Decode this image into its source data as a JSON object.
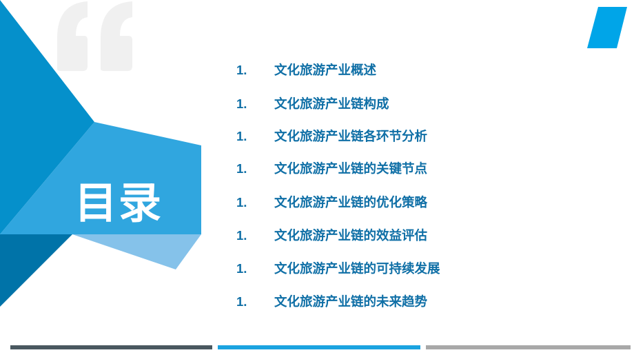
{
  "title": "目录",
  "items": [
    {
      "num": "1.",
      "label": "文化旅游产业概述"
    },
    {
      "num": "1.",
      "label": "文化旅游产业链构成"
    },
    {
      "num": "1.",
      "label": "文化旅游产业链各环节分析"
    },
    {
      "num": "1.",
      "label": "文化旅游产业链的关键节点"
    },
    {
      "num": "1.",
      "label": "文化旅游产业链的优化策略"
    },
    {
      "num": "1.",
      "label": "文化旅游产业链的效益评估"
    },
    {
      "num": "1.",
      "label": "文化旅游产业链的可持续发展"
    },
    {
      "num": "1.",
      "label": "文化旅游产业链的未来趋势"
    }
  ],
  "colors": {
    "primary": "#0590CB",
    "light": "#30A6DF",
    "dark": "#0073A8",
    "pale": "#85C2EA",
    "text": "#0F6FA6",
    "accent": "#00A5E8"
  },
  "decor": {
    "quote_icon": "quote-mark-icon"
  }
}
